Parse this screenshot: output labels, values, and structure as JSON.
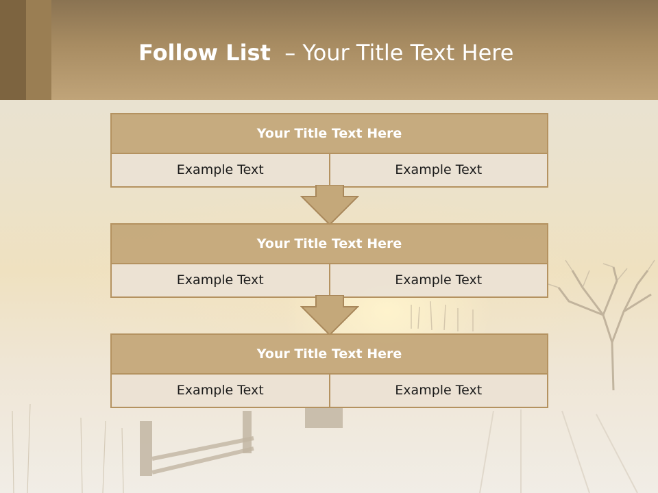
{
  "colors": {
    "header": "#a88c62",
    "accent": "#c4a87a",
    "border": "#b49260",
    "cell": "#ebe1d4",
    "title_text": "#ffffff"
  },
  "header": {
    "title_bold": "Follow List",
    "title_rest": "  – Your Title Text Here"
  },
  "blocks": [
    {
      "title": "Your Title Text Here",
      "left": "Example Text",
      "right": "Example Text"
    },
    {
      "title": "Your Title Text Here",
      "left": "Example Text",
      "right": "Example Text"
    },
    {
      "title": "Your Title Text Here",
      "left": "Example Text",
      "right": "Example Text"
    }
  ],
  "icons": [
    "down-arrow-icon",
    "down-arrow-icon"
  ]
}
